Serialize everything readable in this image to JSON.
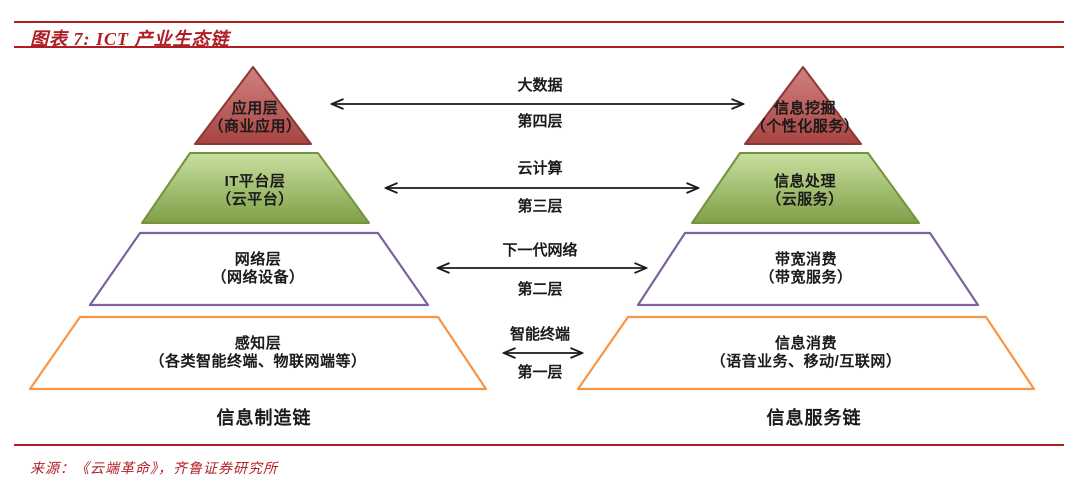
{
  "header": {
    "title": "图表 7: ICT 产业生态链"
  },
  "footer": {
    "source": "来源：《云端革命》，齐鲁证券研究所"
  },
  "left_pyramid": {
    "chain_label": "信息制造链",
    "layers": [
      {
        "line1": "应用层",
        "line2": "（商业应用）"
      },
      {
        "line1": "IT平台层",
        "line2": "（云平台）"
      },
      {
        "line1": "网络层",
        "line2": "（网络设备）"
      },
      {
        "line1": "感知层",
        "line2": "（各类智能终端、物联网端等）"
      }
    ]
  },
  "right_pyramid": {
    "chain_label": "信息服务链",
    "layers": [
      {
        "line1": "信息挖掘",
        "line2": "（个性化服务）"
      },
      {
        "line1": "信息处理",
        "line2": "（云服务）"
      },
      {
        "line1": "带宽消费",
        "line2": "（带宽服务）"
      },
      {
        "line1": "信息消费",
        "line2": "（语音业务、移动/互联网）"
      }
    ]
  },
  "middle": {
    "links": [
      {
        "top": "大数据",
        "bottom": "第四层"
      },
      {
        "top": "云计算",
        "bottom": "第三层"
      },
      {
        "top": "下一代网络",
        "bottom": "第二层"
      },
      {
        "top": "智能终端",
        "bottom": "第一层"
      }
    ]
  },
  "colors": {
    "rule_red": "#B01E23",
    "title_red": "#B01E23",
    "layer1_fill_light": "#D08380",
    "layer1_fill_dark": "#A84341",
    "layer1_border": "#8C3836",
    "layer2_fill_light": "#C8DF9F",
    "layer2_fill_dark": "#7FA047",
    "layer2_border": "#76923C",
    "layer3_border": "#7D62A1",
    "layer4_border": "#F79646",
    "text_dark": "#1A1A1A",
    "arrow_black": "#1A1A1A"
  }
}
